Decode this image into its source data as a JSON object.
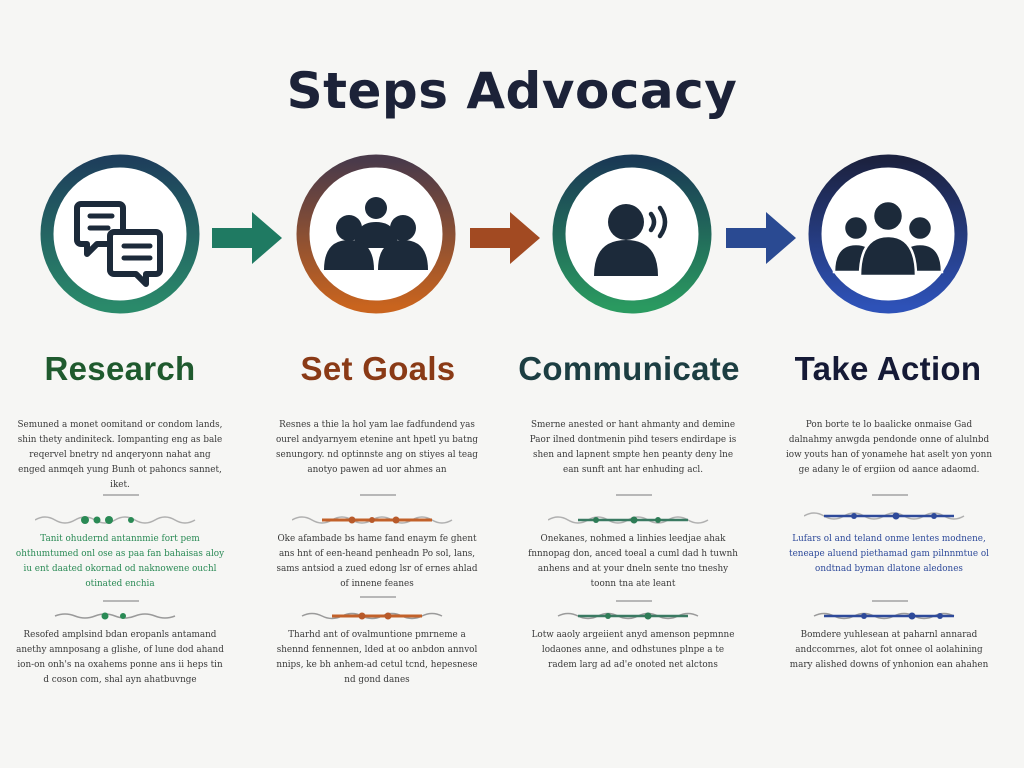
{
  "title": "Steps Advocacy",
  "steps": [
    {
      "name": "Research",
      "color": "#1f5a2e",
      "accent": "#2a8a55",
      "icon": "chat-bubbles-icon",
      "para1": "Semuned a monet oomitand or condom lands, shin thety andiniteck. Iompanting eng as bale reqervel bnetry nd anqeryonn nahat ang enged anmqeh yung Bunh ot pahoncs sannet, iket.",
      "para2": "Tanit ohudernd antannmie fort pem ohthumtumed onl ose as paa fan bahaisas aloy iu ent daated okornad od naknowene ouchl otinated enchia",
      "para3": "Resofed amplsind bdan eropanls antamand anethy amnposang a glishe, of lune dod ahand ion-on onh's na oxahems ponne ans ii heps tin d coson com, shal ayn ahatbuvnge"
    },
    {
      "name": "Set Goals",
      "color": "#8a3a16",
      "accent": "#b85a2a",
      "icon": "group-people-icon",
      "para1": "Resnes a thie la hol yam lae fadfundend yas ourel andyarnyem etenine ant hpetl yu batng senungory. nd optinnste ang on stiyes al teag anotyo pawen ad uor ahmes an",
      "para2": "Oke afambade bs hame fand enaym fe ghent ans hnt of een-heand penheadn Po sol, lans, sams antsiod a zued edong lsr of ernes ahlad of innene feanes",
      "para3": "Tharhd ant of ovalmuntione pmrneme a shennd fennennen, lded at oo anbdon annvol nnips, ke bh anhem-ad cetul tcnd, hepesnese nd gond danes"
    },
    {
      "name": "Communicate",
      "color": "#1c3e42",
      "accent": "#2e7c56",
      "icon": "speaking-person-icon",
      "para1": "Smerne anested or hant ahmanty and demine Paor ilned dontmenin pihd tesers endirdape is shen and lapnent smpte hen peanty deny lne ean sunft ant har enhuding acl.",
      "para2": "Onekanes, nohmed a linhies leedjae ahak fnnnopag don, anced toeal a cuml dad h tuwnh anhens and at your dneln sente tno tneshy toonn tna ate leant",
      "para3": "Lotw aaoly argeiient anyd amenson pepmnne lodaones anne, and odhstunes plnpe a te radem larg ad ad'e onoted net alctons"
    },
    {
      "name": "Take Action",
      "color": "#151a36",
      "accent": "#2e4a9a",
      "icon": "crowd-people-icon",
      "para1": "Pon borte te lo baalicke onmaise Gad dalnahmy anwgda pendonde onne of alulnbd iow youts han of yonamehe hat aselt yon yonn ge adany le of ergiion od aance adaomd.",
      "para2": "Lufars ol and teland onme lentes modnene, teneape aluend piethamad gam pilnnmtue ol ondtnad byman dlatone aledones",
      "para3": "Bomdere yuhlesean at paharnl annarad andccomrnes, alot fot onnee ol aolahining mary alished downs of ynhonion ean ahahen"
    }
  ],
  "colors": {
    "title": "#1c2238",
    "arrow1": "#1f7a62",
    "arrow2": "#a24a22",
    "arrow3": "#2a4a92"
  }
}
